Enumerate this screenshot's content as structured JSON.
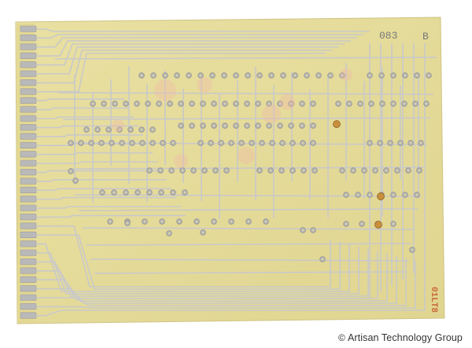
{
  "photo": {
    "subject": "printed-circuit-board",
    "board_color": "#e6dc98",
    "trace_color": "#c9c9c9",
    "pad_color": "#b7b7b7"
  },
  "board_marking": {
    "part_number": "083",
    "revision": "B",
    "code_rotated": "01LT8"
  },
  "watermark": {
    "symbol": "©",
    "text": "Artisan Technology Group"
  }
}
